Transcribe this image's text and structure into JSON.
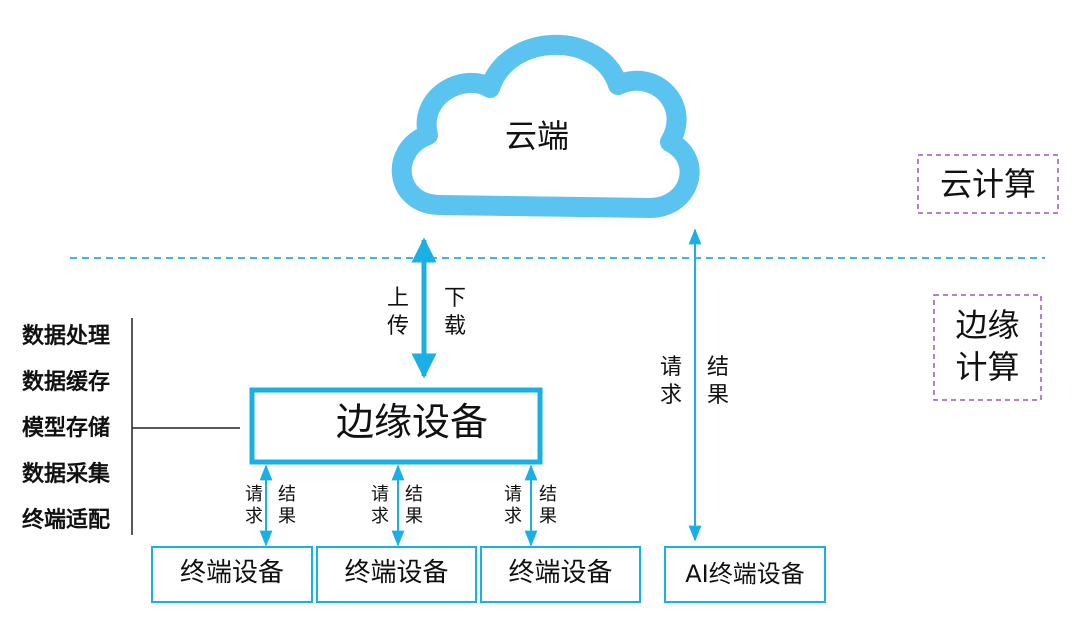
{
  "cloud": {
    "label": "云端"
  },
  "edge_device": {
    "label": "边缘设备"
  },
  "terminals": [
    "终端设备",
    "终端设备",
    "终端设备"
  ],
  "ai_terminal": {
    "label": "AI终端设备"
  },
  "main_link": {
    "up": [
      "上",
      "传"
    ],
    "down": [
      "下",
      "载"
    ]
  },
  "ai_link": {
    "request": [
      "请",
      "求"
    ],
    "result": [
      "结",
      "果"
    ]
  },
  "terminal_links": [
    {
      "request": [
        "请",
        "求"
      ],
      "result": [
        "结",
        "果"
      ]
    },
    {
      "request": [
        "请",
        "求"
      ],
      "result": [
        "结",
        "果"
      ]
    },
    {
      "request": [
        "请",
        "求"
      ],
      "result": [
        "结",
        "果"
      ]
    }
  ],
  "functions": [
    "数据处理",
    "数据缓存",
    "模型存储",
    "数据采集",
    "终端适配"
  ],
  "zones": {
    "cloud_computing": "云计算",
    "edge_computing": [
      "边缘",
      "计算"
    ]
  },
  "colors": {
    "accent": "#1ab0e6",
    "cloud_stroke": "#5bc3ef",
    "zone_border": "#9b59b6",
    "divider": "#3fb4e6"
  }
}
